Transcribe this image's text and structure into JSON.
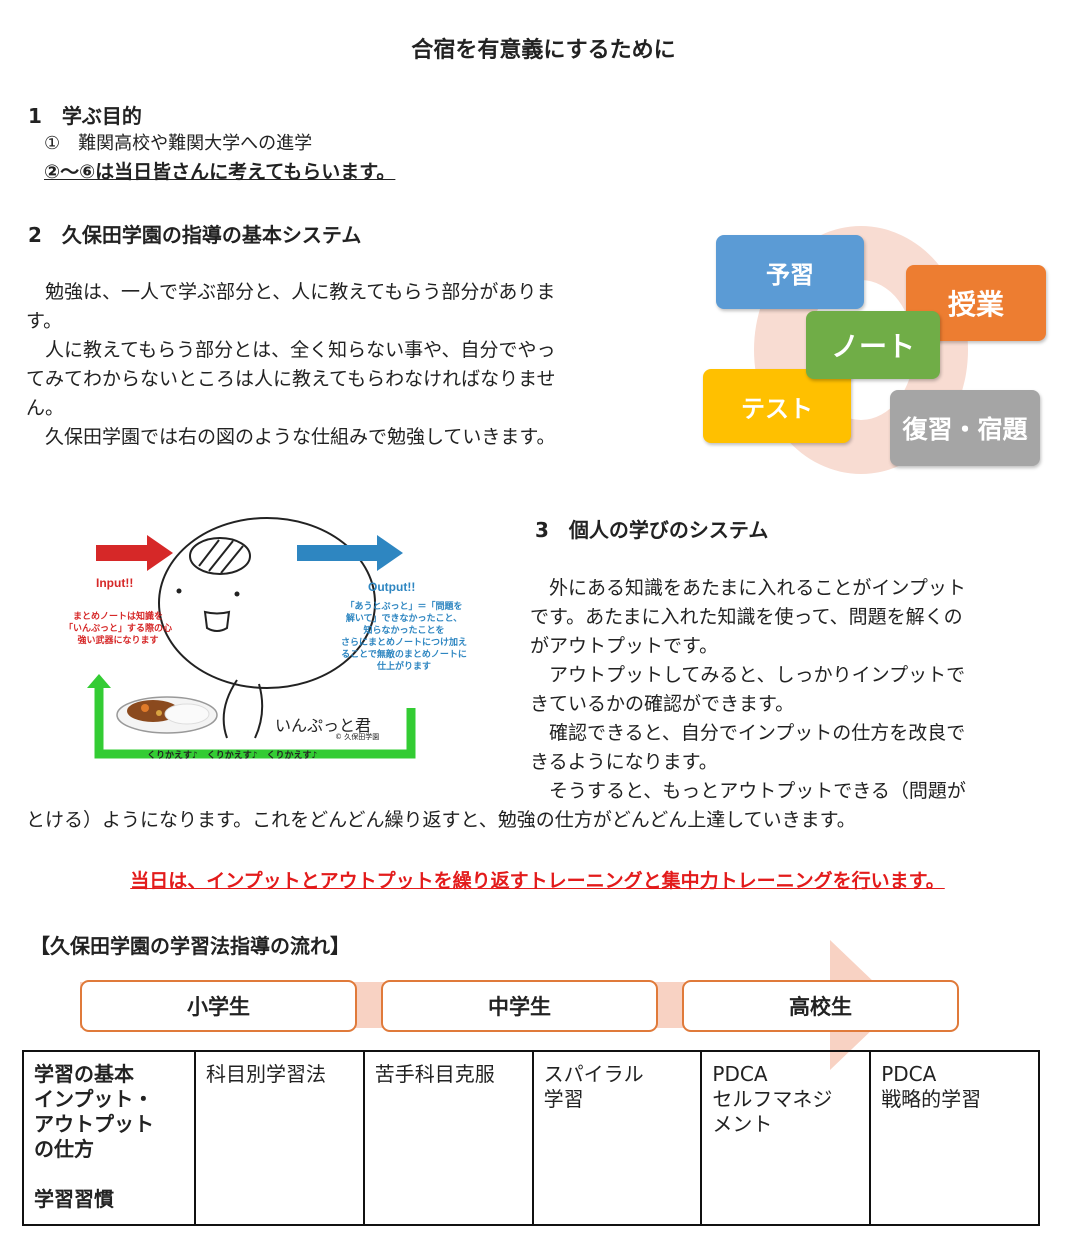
{
  "title": "合宿を有意義にするために",
  "sec1": {
    "heading": "1　学ぶ目的",
    "item1": "①　難関高校や難関大学への進学",
    "item2": "②～⑥は当日皆さんに考えてもらいます。"
  },
  "sec2": {
    "heading": "2　久保田学園の指導の基本システム",
    "lines": [
      "　勉強は、一人で学ぶ部分と、人に教えてもらう部分がありま",
      "す。",
      "　人に教えてもらう部分とは、全く知らない事や、自分でやっ",
      "てみてわからないところは人に教えてもらわなければなりませ",
      "ん。",
      "　久保田学園では右の図のような仕組みで勉強していきます。"
    ],
    "diagram": {
      "yoshu": "予習",
      "jugyo": "授業",
      "note": "ノート",
      "test": "テスト",
      "fukushu": "復習・宿題",
      "colors": {
        "yoshu": "#5b9bd5",
        "jugyo": "#ed7d31",
        "note": "#70ad47",
        "test": "#ffc000",
        "fukushu": "#a5a5a5",
        "ring": "#f8dcd2"
      }
    }
  },
  "illustration": {
    "input": "Input!!",
    "output": "Output!!",
    "left_note": [
      "まとめノートは知識を",
      "「いんぷっと」する際の心",
      "強い武器になります"
    ],
    "right_note": [
      "「あうとぷっと」＝「問題を",
      "解いて」できなかったこと、",
      "知らなかったことを",
      "さらにまとめノートにつけ加え",
      "ることで無敵のまとめノートに",
      "仕上がります"
    ],
    "character_name": "いんぷっと君",
    "copyright": "© 久保田学園",
    "loop_text": "くりかえす♪　くりかえす♪　くりかえす♪"
  },
  "sec3": {
    "heading": "3　個人の学びのシステム",
    "lines": [
      "　外にある知識をあたまに入れることがインプット",
      "です。あたまに入れた知識を使って、問題を解くの",
      "がアウトプットです。",
      "　アウトプットしてみると、しっかりインプットで",
      "きているかの確認ができます。",
      "　確認できると、自分でインプットの仕方を改良で",
      "きるようになります。",
      "　そうすると、もっとアウトプットできる（問題が"
    ],
    "last_line": "とける）ようになります。これをどんどん繰り返すと、勉強の仕方がどんどん上達していきます。"
  },
  "notice": "当日は、インプットとアウトプットを繰り返すトレーニングと集中力トレーニングを行います。",
  "flow": {
    "heading": "【久保田学園の学習法指導の流れ】",
    "stages": [
      "小学生",
      "中学生",
      "高校生"
    ],
    "cells": [
      [
        "学習の基本",
        "インプット・",
        "アウトプット",
        "の仕方",
        "",
        "学習習慣"
      ],
      [
        "科目別学習法"
      ],
      [
        "苦手科目克服"
      ],
      [
        "スパイラル",
        "学習"
      ],
      [
        "PDCA",
        "セルフマネジ",
        "メント"
      ],
      [
        "PDCA",
        "戦略的学習"
      ]
    ]
  }
}
